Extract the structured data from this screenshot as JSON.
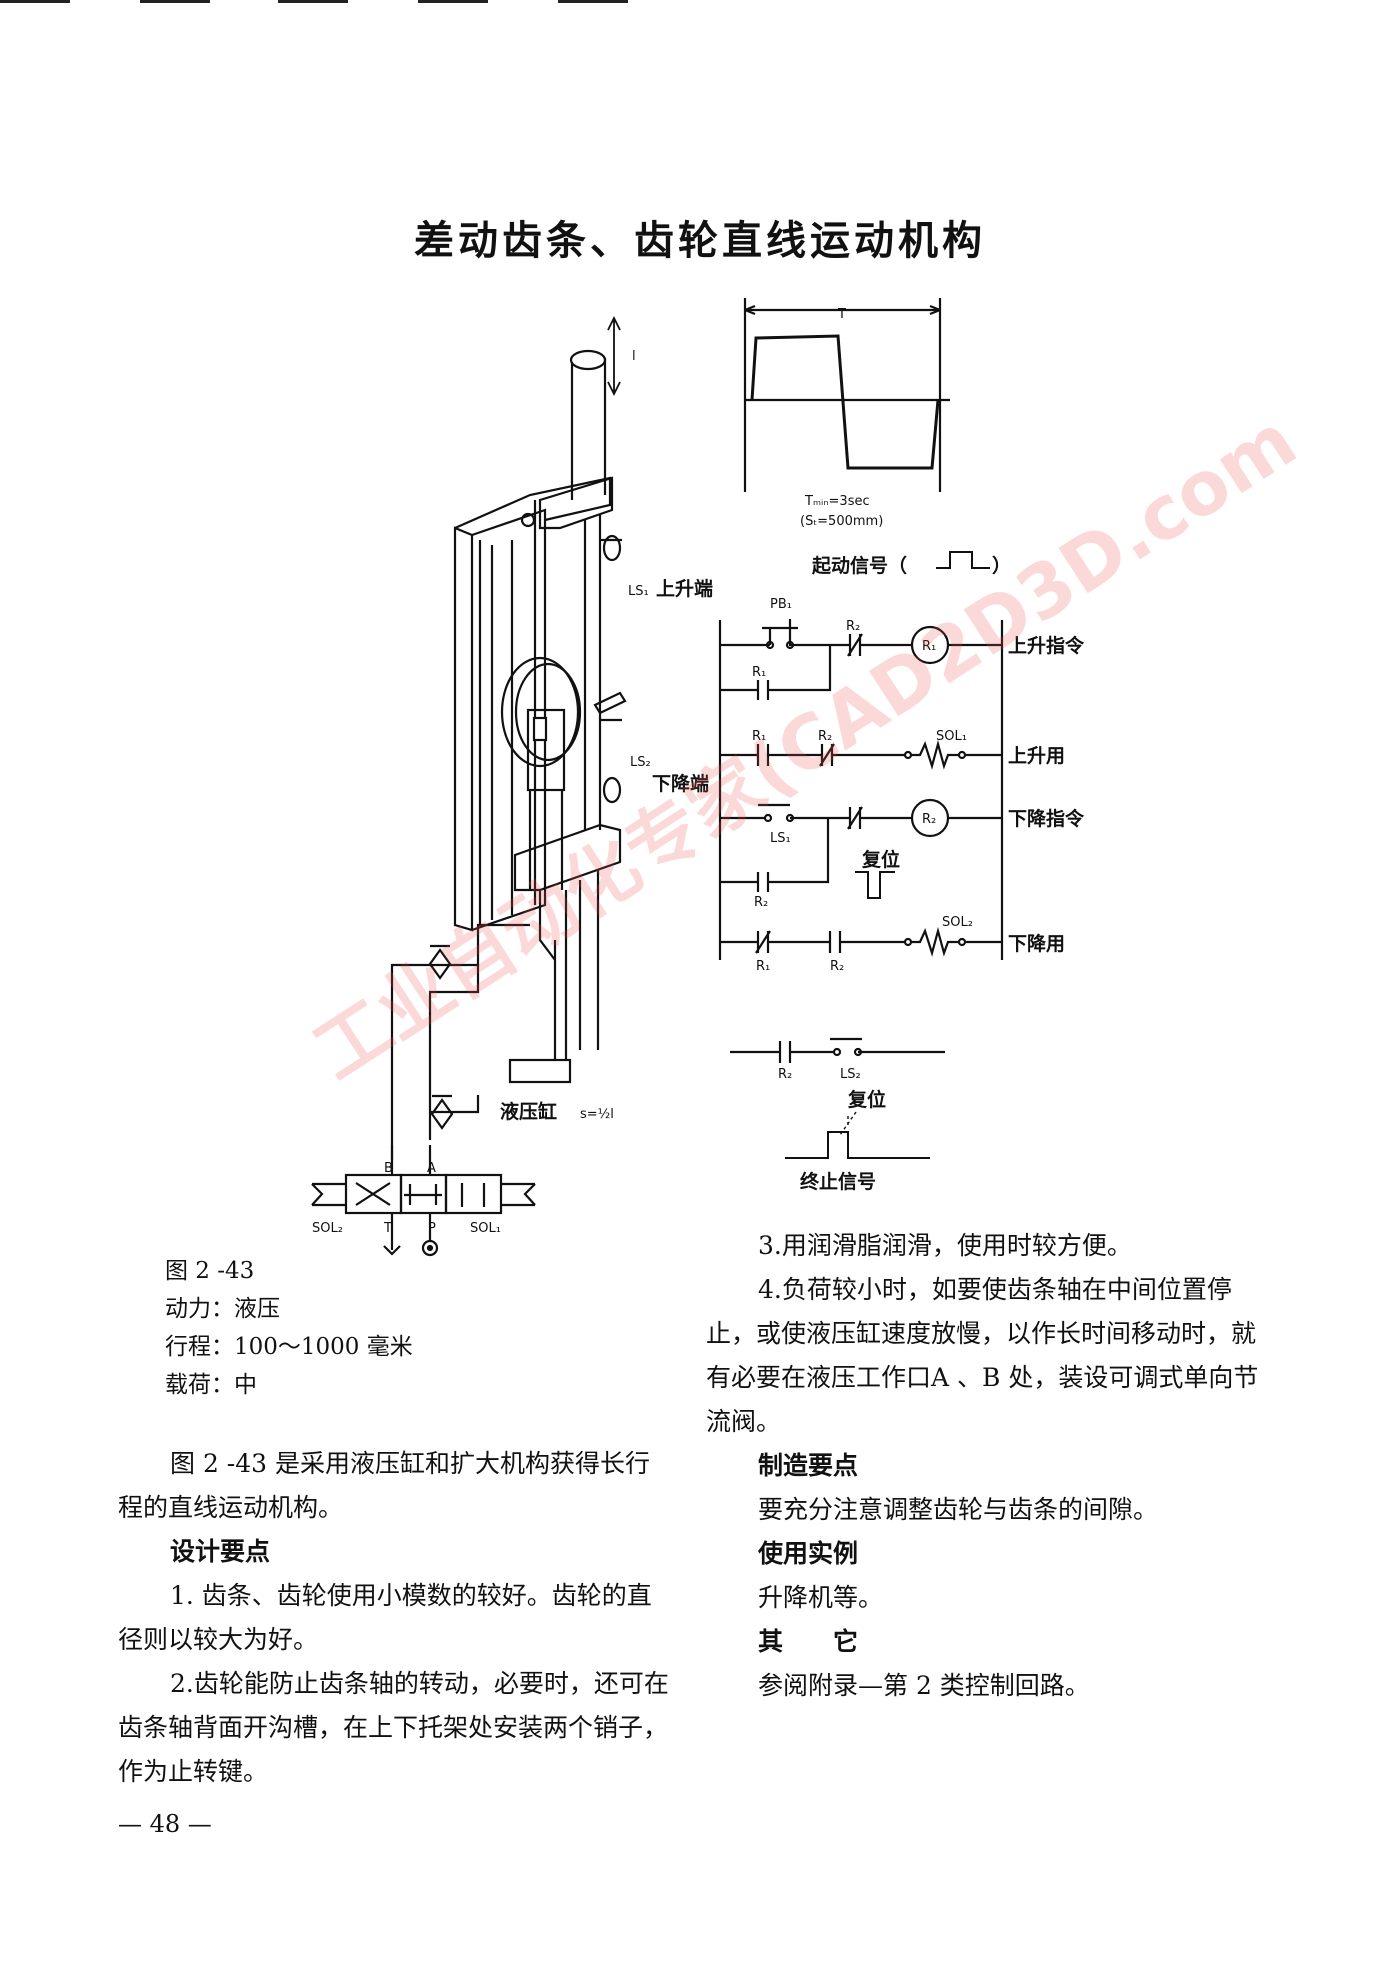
{
  "page": {
    "title": "差动齿条、齿轮直线运动机构",
    "page_number": "— 48 —"
  },
  "figure": {
    "timing": {
      "T_label": "T",
      "tmin": "Tₘᵢₙ=3sec",
      "st": "(Sₜ=500mm)"
    },
    "start_signal": "起动信号（",
    "start_signal_end": "）",
    "mechanism": {
      "arrow_label": "l",
      "ls1": "LS₁",
      "upper_end": "上升端",
      "ls2": "LS₂",
      "lower_end": "下降端",
      "cylinder": "液压缸",
      "cylinder_formula": "s=½l",
      "port_b": "B",
      "port_a": "A",
      "port_t": "T",
      "port_p": "P",
      "sol2": "SOL₂",
      "sol1": "SOL₁"
    },
    "ladder": {
      "pb1": "PB₁",
      "r2_a": "R₂",
      "r1_coil": "R₁",
      "up_cmd": "上升指令",
      "r1_hold": "R₁",
      "r1_b": "R₁",
      "r2_b": "R₂",
      "sol1": "SOL₁",
      "up_use": "上升用",
      "ls1": "LS₁",
      "r2_coil": "R₂",
      "down_cmd": "下降指令",
      "reset": "复位",
      "r2_hold": "R₂",
      "sol2": "SOL₂",
      "r1_c": "R₁",
      "r2_c": "R₂",
      "down_use": "下降用",
      "r2_d": "R₂",
      "ls2": "LS₂",
      "reset2": "复位",
      "end_signal": "终止信号"
    },
    "caption": "图 2 -43",
    "power": "动力：液压",
    "stroke": "行程：100～1000 毫米",
    "load": "载荷：中"
  },
  "left_text": {
    "intro": "图 2 -43 是采用液压缸和扩大机构获得长行程的直线运动机构。",
    "design_head": "设计要点",
    "p1": "1. 齿条、齿轮使用小模数的较好。齿轮的直径则以较大为好。",
    "p2": "2.齿轮能防止齿条轴的转动，必要时，还可在齿条轴背面开沟槽，在上下托架处安装两个销子，作为止转键。"
  },
  "right_text": {
    "p3": "3.用润滑脂润滑，使用时较方便。",
    "p4": "4.负荷较小时，如要使齿条轴在中间位置停止，或使液压缸速度放慢，以作长时间移动时，就有必要在液压工作口A 、B 处，装设可调式单向节流阀。",
    "mfg_head": "制造要点",
    "mfg": "要充分注意调整齿轮与齿条的间隙。",
    "use_head": "使用实例",
    "use": "升降机等。",
    "other_head": "其　　它",
    "other": "参阅附录—第 2 类控制回路。"
  },
  "watermark": "工业自动化专家(CAD2D3D.com"
}
